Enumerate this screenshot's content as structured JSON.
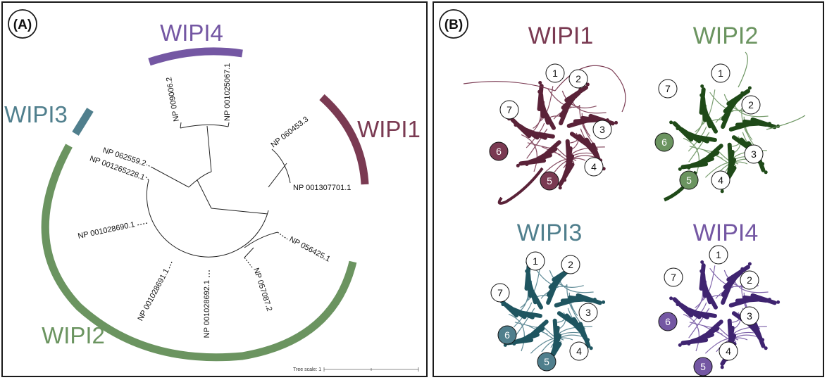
{
  "panel_a": {
    "letter": "(A)",
    "groups": {
      "wipi1": {
        "label": "WIPI1",
        "color": "#7a3a52"
      },
      "wipi2": {
        "label": "WIPI2",
        "color": "#6b9460"
      },
      "wipi3": {
        "label": "WIPI3",
        "color": "#507f8d"
      },
      "wipi4": {
        "label": "WIPI4",
        "color": "#7457a3"
      }
    },
    "leaves": [
      "NP 009006.2",
      "NP 001025067.1",
      "NP 060453.3",
      "NP 001307701.1",
      "NP 062559.2",
      "NP 001265228.1",
      "NP 001028690.1",
      "NP 001028691.1",
      "NP 001028692.1",
      "NP 057087.2",
      "NP 056425.1"
    ],
    "tree_scale": "Tree scale: 1"
  },
  "panel_b": {
    "letter": "(B)",
    "structures": [
      {
        "title": "WIPI1",
        "color": "#7a3a52",
        "dark": "#5a2238"
      },
      {
        "title": "WIPI2",
        "color": "#6b9460",
        "dark": "#1f4a18"
      },
      {
        "title": "WIPI3",
        "color": "#507f8d",
        "dark": "#1f5560"
      },
      {
        "title": "WIPI4",
        "color": "#7457a3",
        "dark": "#3f2470"
      }
    ],
    "blade_numbers": [
      "1",
      "2",
      "3",
      "4",
      "5",
      "6",
      "7"
    ]
  }
}
